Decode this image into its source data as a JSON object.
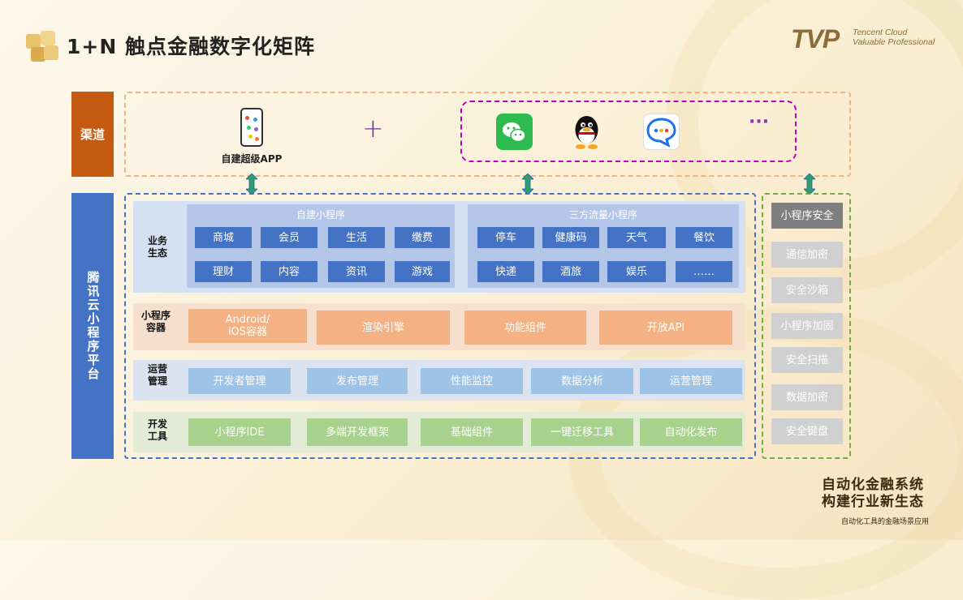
{
  "header": {
    "title": "1+N 触点金融数字化矩阵",
    "tvp_mark": "TVP",
    "tvp_line1": "Tencent Cloud",
    "tvp_line2": "Valuable Professional"
  },
  "channel": {
    "label": "渠道",
    "app_label": "自建超级APP",
    "plus": "+",
    "more": "···",
    "icons": [
      "wechat-icon",
      "qq-icon",
      "chat-icon"
    ]
  },
  "platform": {
    "label": "腾讯云小程序平台",
    "business": {
      "label_line1": "业务",
      "label_line2": "生态",
      "self_built": {
        "title": "自建小程序",
        "items": [
          "商城",
          "会员",
          "生活",
          "缴费",
          "理财",
          "内容",
          "资讯",
          "游戏"
        ]
      },
      "third_party": {
        "title": "三方流量小程序",
        "items": [
          "停车",
          "健康码",
          "天气",
          "餐饮",
          "快递",
          "酒旅",
          "娱乐",
          "……"
        ]
      }
    },
    "container": {
      "label_line1": "小程序",
      "label_line2": "容器",
      "item1_line1": "Android/",
      "item1_line2": "iOS容器",
      "items": [
        "渲染引擎",
        "功能组件",
        "开放API"
      ]
    },
    "operations": {
      "label_line1": "运营",
      "label_line2": "管理",
      "items": [
        "开发者管理",
        "发布管理",
        "性能监控",
        "数据分析",
        "运营管理"
      ]
    },
    "devtools": {
      "label_line1": "开发",
      "label_line2": "工具",
      "items": [
        "小程序IDE",
        "多端开发框架",
        "基础组件",
        "一键迁移工具",
        "自动化发布"
      ]
    }
  },
  "security": {
    "title": "小程序安全",
    "items": [
      "通信加密",
      "安全沙箱",
      "小程序加固",
      "安全扫描",
      "数据加密",
      "安全键盘"
    ]
  },
  "footer": {
    "slogan_line1": "自动化金融系统",
    "slogan_line2": "构建行业新生态",
    "slogan_sub": "自动化工具的金融场景应用"
  }
}
